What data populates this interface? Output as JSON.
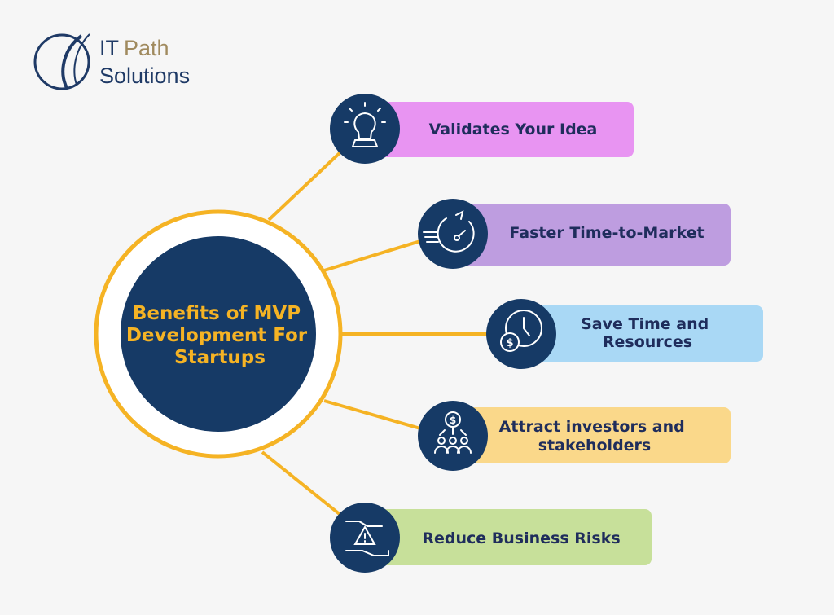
{
  "logo": {
    "line1_a": "IT",
    "line1_b": "Path",
    "line2": "Solutions"
  },
  "center": {
    "lines": [
      "Benefits of MVP",
      "Development For",
      "Startups"
    ]
  },
  "items": [
    {
      "lines": [
        "Validates Your Idea"
      ],
      "icon": "lightbulb-gear-icon",
      "color": "#E894F2"
    },
    {
      "lines": [
        "Faster Time-to-Market"
      ],
      "icon": "speed-clock-icon",
      "color": "#BE9DE0"
    },
    {
      "lines": [
        "Save Time and",
        "Resources"
      ],
      "icon": "clock-dollar-icon",
      "color": "#A9D8F5"
    },
    {
      "lines": [
        "Attract investors and",
        "stakeholders"
      ],
      "icon": "investors-icon",
      "color": "#FAD88A"
    },
    {
      "lines": [
        "Reduce Business Risks"
      ],
      "icon": "hand-warning-icon",
      "color": "#C7E09A"
    }
  ],
  "colors": {
    "navy": "#163A66",
    "accent": "#F5B324",
    "text": "#1F2D5C"
  }
}
